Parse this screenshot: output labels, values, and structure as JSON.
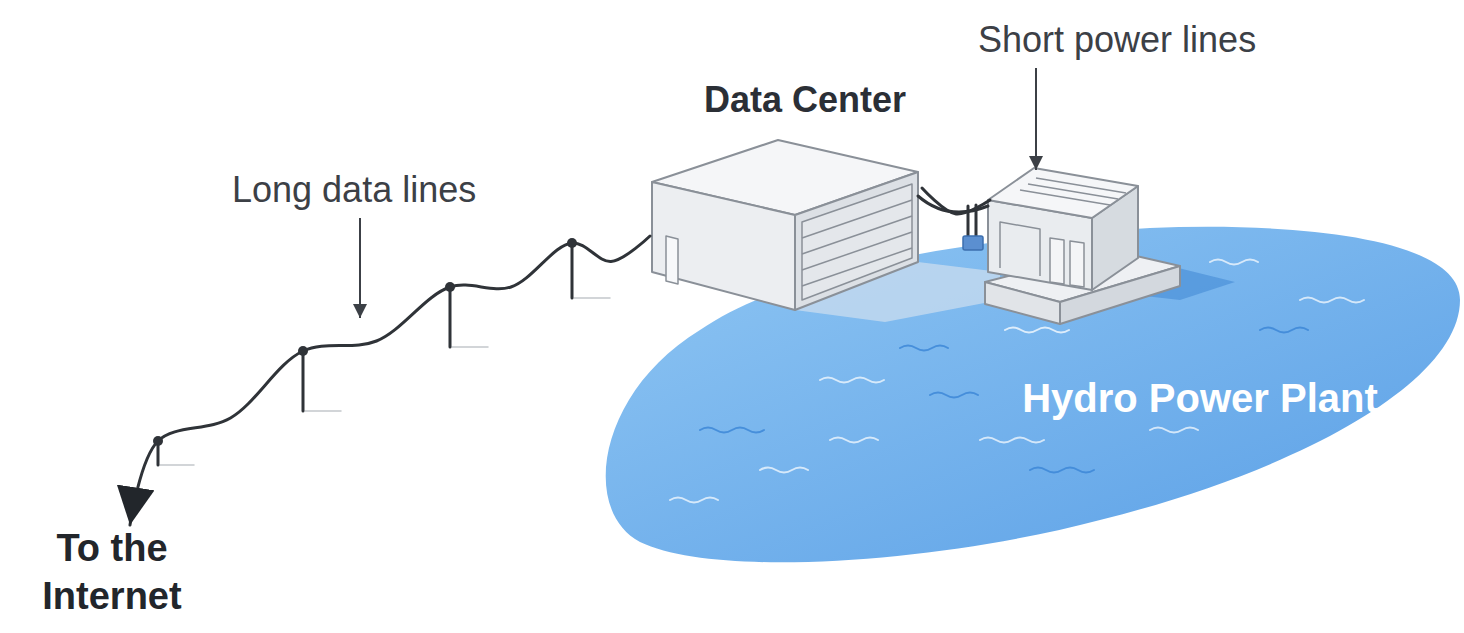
{
  "diagram": {
    "nodes": [
      {
        "text": [
          "Data Center"
        ]
      },
      {
        "text": [
          "Hydro Power Plant"
        ]
      },
      {
        "text": [
          "To the Internet"
        ]
      }
    ],
    "edges": [
      {
        "from": 0,
        "to": 2,
        "arrow": "to"
      },
      {
        "from": 0,
        "to": 1,
        "arrow": "none"
      }
    ],
    "labels": [
      "Long data lines",
      "Short power lines"
    ]
  }
}
